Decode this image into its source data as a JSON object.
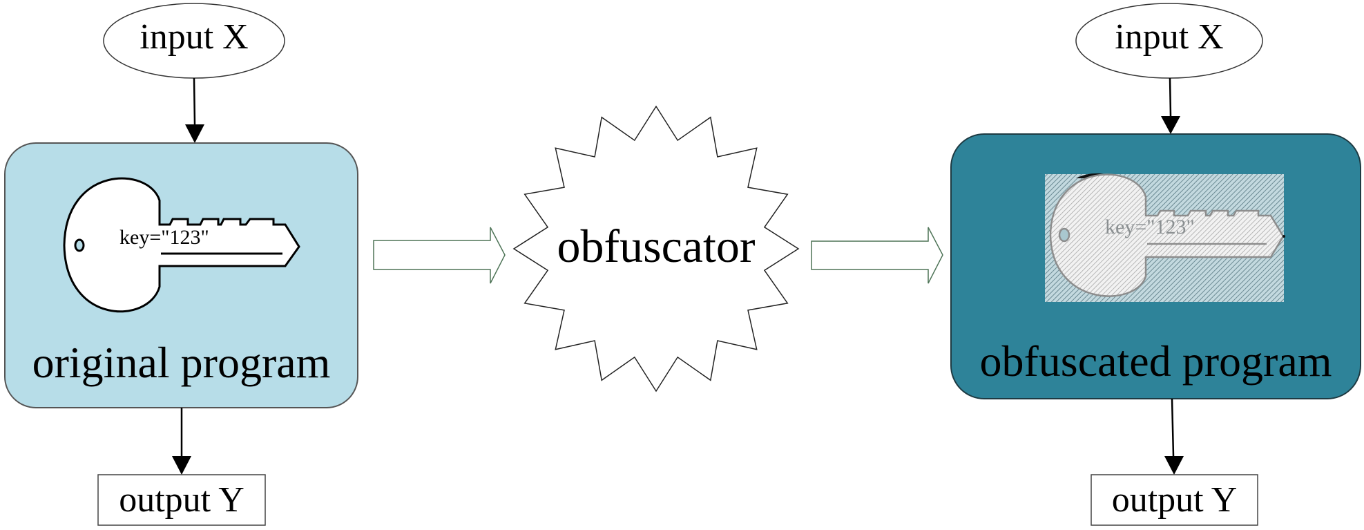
{
  "diagram": {
    "original": {
      "input_label": "input  X",
      "program_label": "original program",
      "key_label": "key=\"123\"",
      "output_label": "output Y",
      "fill_color": "#b7dde8"
    },
    "obfuscator": {
      "label": "obfuscator",
      "shape": "16-point starburst"
    },
    "obfuscated": {
      "input_label": "input  X",
      "program_label": "obfuscated program",
      "key_label": "key=\"123\"",
      "output_label": "output Y",
      "fill_color": "#2e8399",
      "key_overlay": "hatched"
    },
    "arrow_color": "#4e7457",
    "icons": {
      "key": "key-icon",
      "obfuscated_key": "hatched-key-icon",
      "flow_arrow": "block-arrow-right-icon",
      "star": "starburst-icon"
    }
  }
}
